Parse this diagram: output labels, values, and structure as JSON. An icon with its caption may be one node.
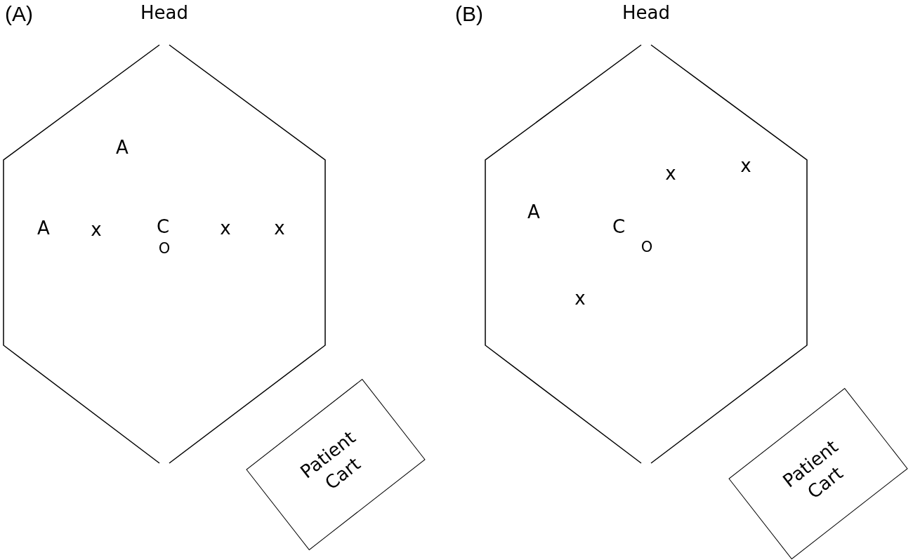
{
  "diagram": {
    "nodes": [
      {
        "text": [
          "Head"
        ]
      },
      {
        "text": [
          "Patient Cart"
        ]
      },
      {
        "text": [
          "Head"
        ]
      },
      {
        "text": [
          "Patient Cart"
        ]
      }
    ],
    "labels": [
      "(A)",
      "A",
      "A",
      "x",
      "C",
      "x",
      "x",
      "O",
      "(B)",
      "x",
      "x",
      "A",
      "C",
      "O",
      "x"
    ]
  }
}
